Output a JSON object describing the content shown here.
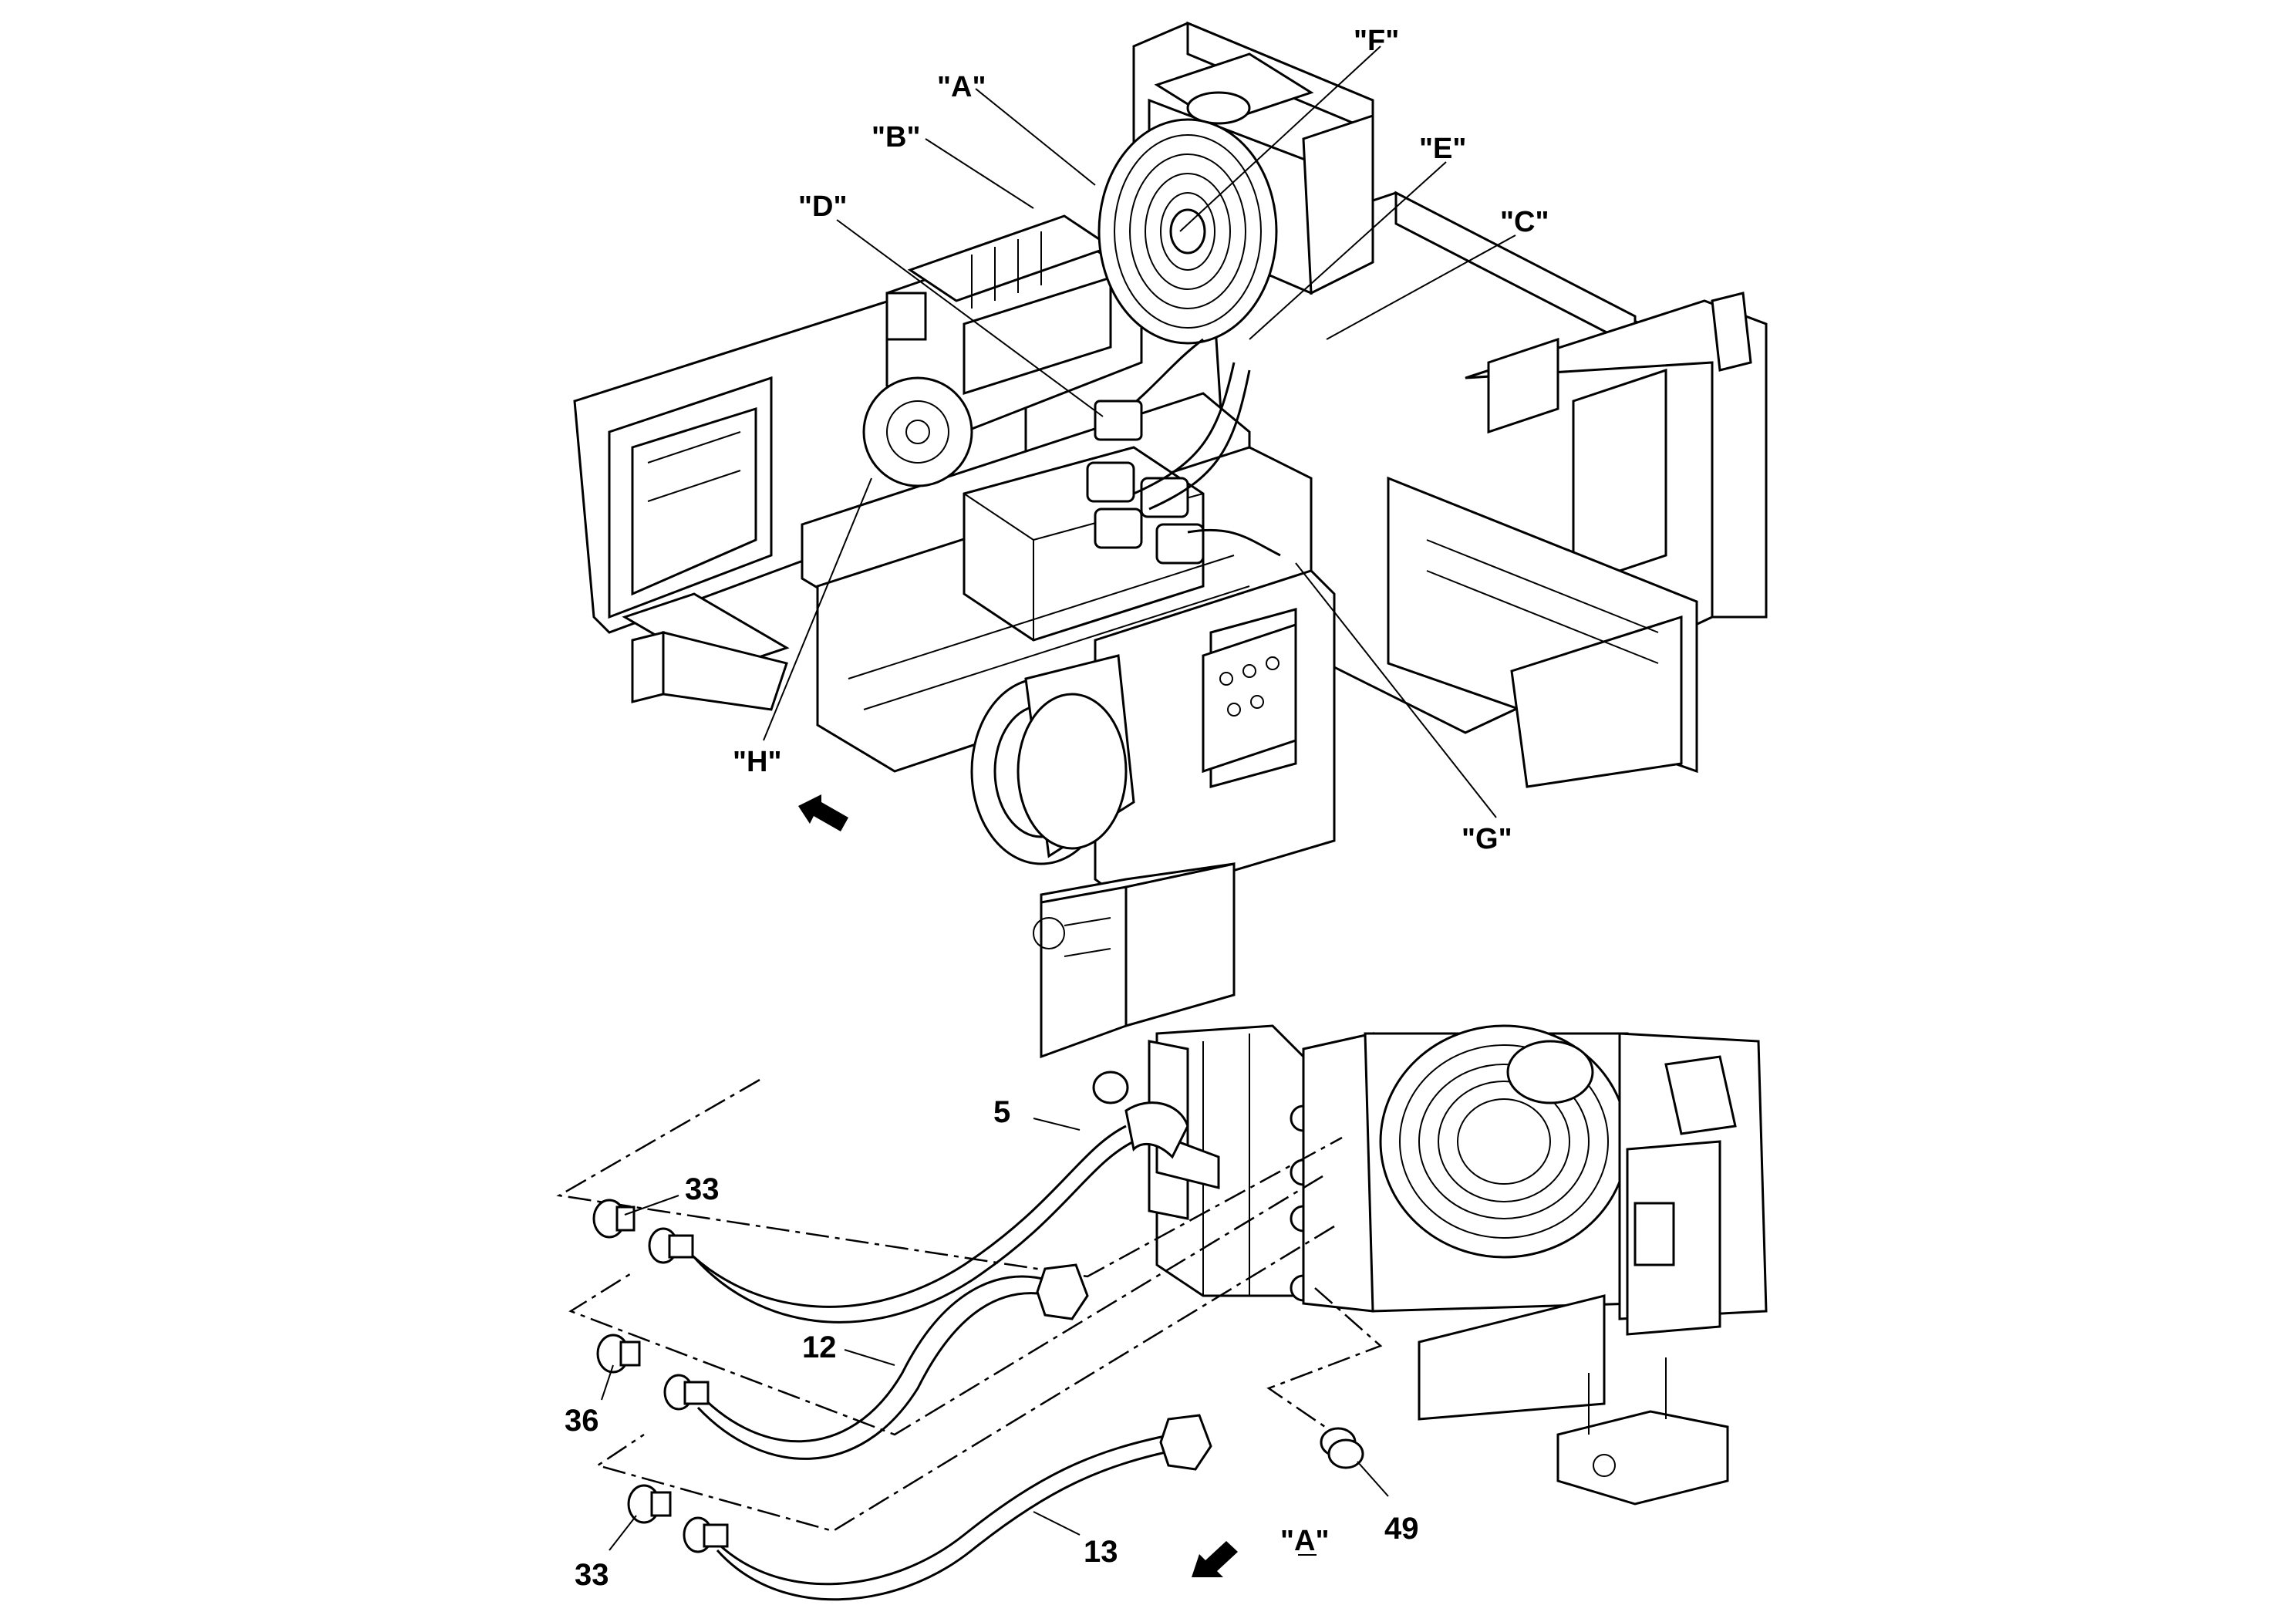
{
  "callouts": {
    "A": "\"A\"",
    "B": "\"B\"",
    "C": "\"C\"",
    "D": "\"D\"",
    "E": "\"E\"",
    "F": "\"F\"",
    "G": "\"G\"",
    "H": "\"H\""
  },
  "detail_view_label": "\"A\"",
  "part_numbers": {
    "p5": "5",
    "p12": "12",
    "p13": "13",
    "p33a": "33",
    "p33b": "33",
    "p36": "36",
    "p49": "49"
  }
}
